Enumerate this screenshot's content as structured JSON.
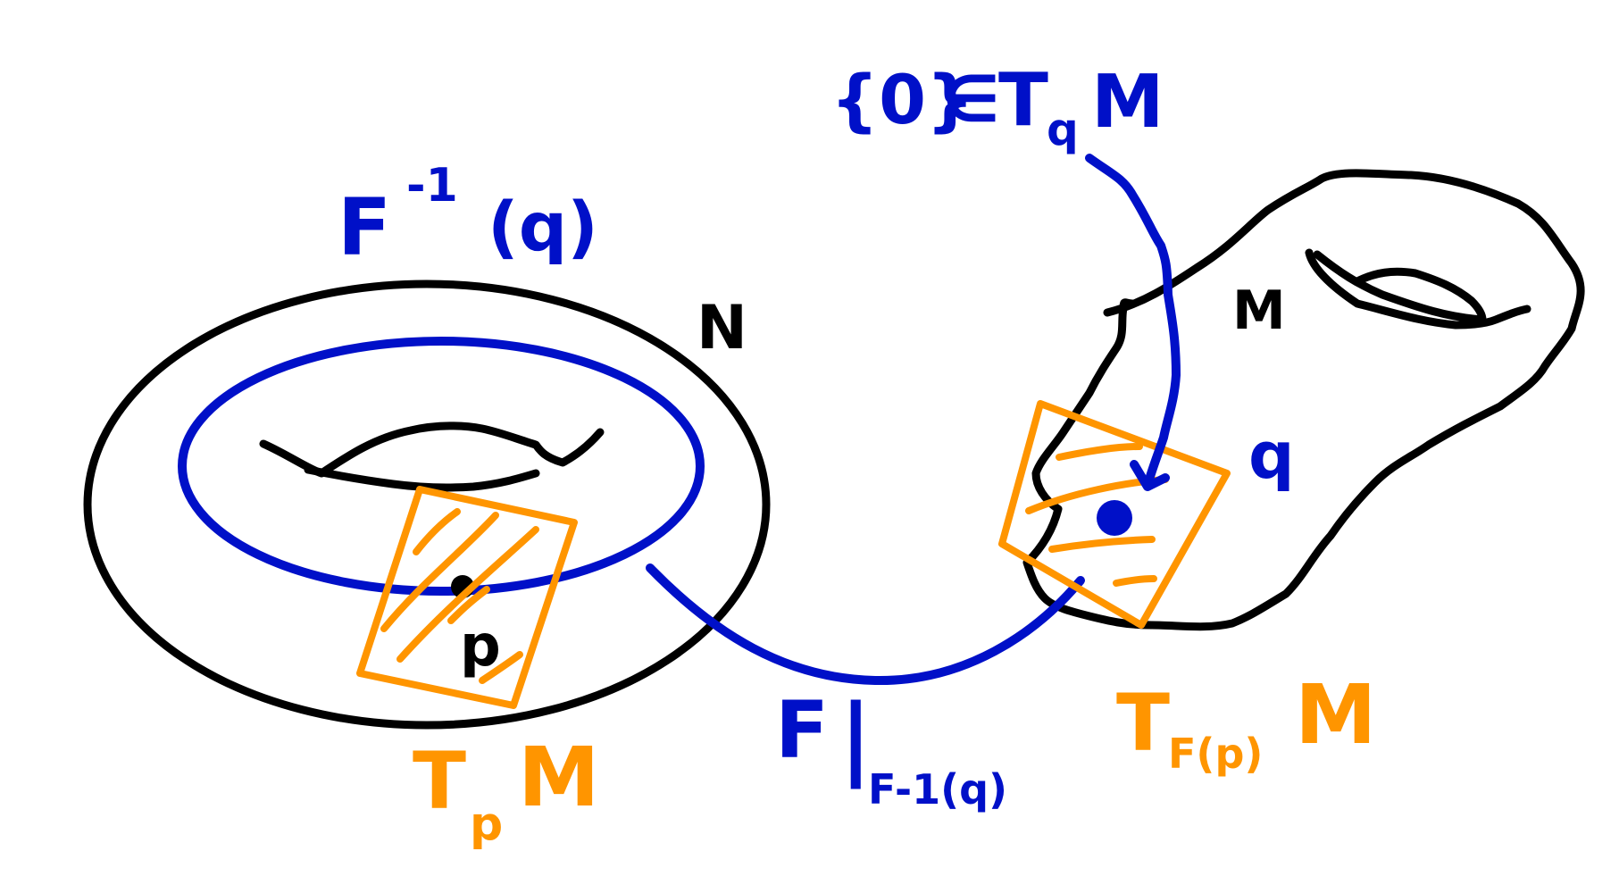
{
  "colors": {
    "black": "#000000",
    "blue": "#0010c8",
    "orange": "#ff9500",
    "background": "#ffffff"
  },
  "labels": {
    "preimage": {
      "name": "F",
      "sup": "-1",
      "arg": "(q)"
    },
    "N": "N",
    "M": "M",
    "p": "p",
    "q": "q",
    "zero_in_tangent": {
      "set": "{0}",
      "in": "∈",
      "T": "T",
      "sub": "q",
      "M": "M"
    },
    "tangent_p": {
      "T": "T",
      "sub": "p",
      "M": "M"
    },
    "tangent_fp": {
      "T": "T",
      "sub": "F(p)",
      "M": "M"
    },
    "restriction": {
      "F": "F",
      "bar": "|",
      "sub": "F-1(q)"
    }
  }
}
